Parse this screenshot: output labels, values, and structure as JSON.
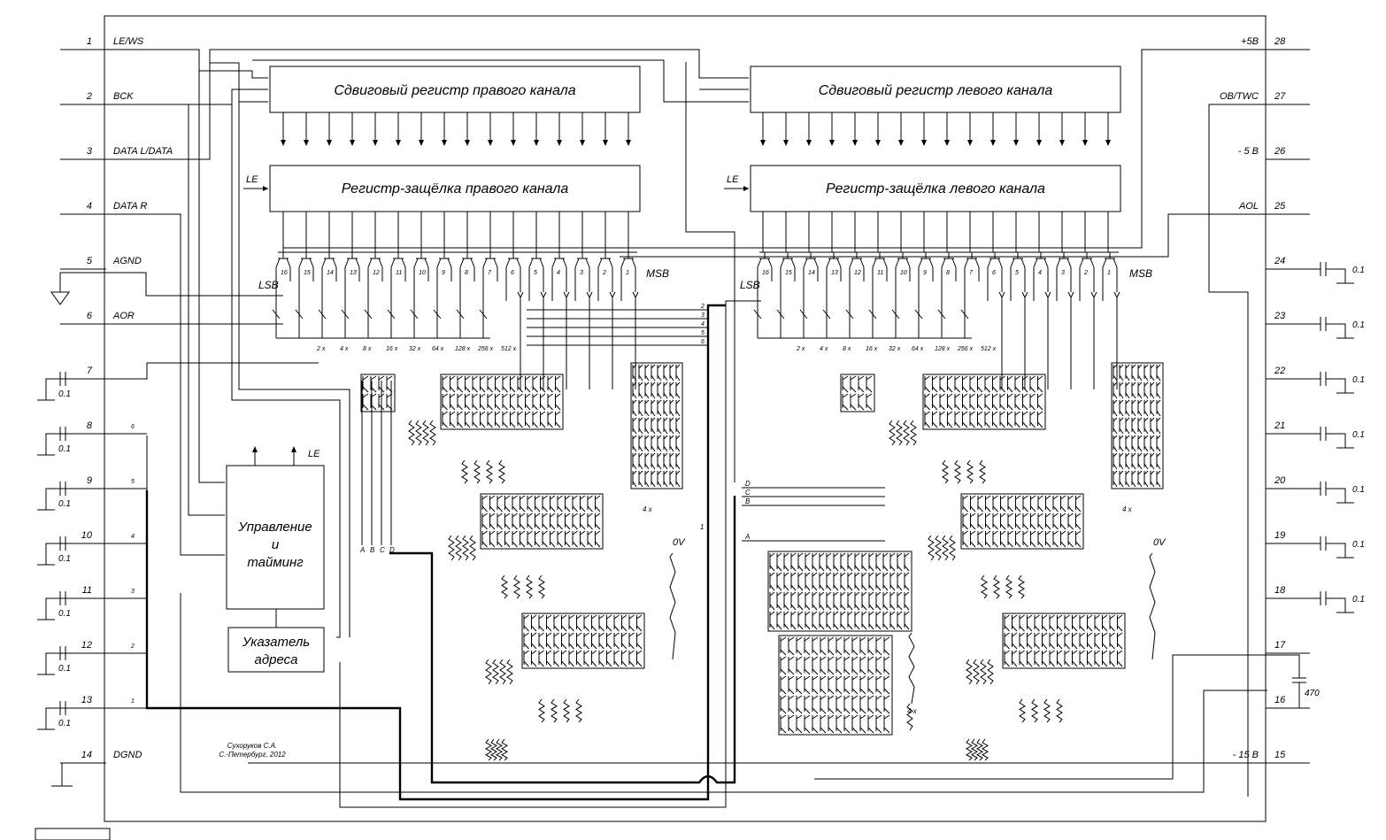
{
  "blocks": {
    "shift_right": "Сдвиговый регистр правого канала",
    "shift_left": "Сдвиговый регистр левого канала",
    "latch_right": "Регистр-защёлка правого канала",
    "latch_left": "Регистр-защёлка левого канала",
    "control": [
      "Управление",
      "и",
      "тайминг"
    ],
    "address": [
      "Указатель",
      "адреса"
    ],
    "le": "LE"
  },
  "pins_left": [
    {
      "num": "1",
      "label": "LE/WS"
    },
    {
      "num": "2",
      "label": "BCK"
    },
    {
      "num": "3",
      "label": "DATA L/DATA"
    },
    {
      "num": "4",
      "label": "DATA R"
    },
    {
      "num": "5",
      "label": "AGND"
    },
    {
      "num": "6",
      "label": "AOR"
    },
    {
      "num": "7",
      "label": ""
    },
    {
      "num": "8",
      "label": ""
    },
    {
      "num": "9",
      "label": ""
    },
    {
      "num": "10",
      "label": ""
    },
    {
      "num": "11",
      "label": ""
    },
    {
      "num": "12",
      "label": ""
    },
    {
      "num": "13",
      "label": ""
    },
    {
      "num": "14",
      "label": "DGND"
    }
  ],
  "pins_right": [
    {
      "num": "28",
      "label": "+5B"
    },
    {
      "num": "27",
      "label": "OB/TWC"
    },
    {
      "num": "26",
      "label": "- 5 B"
    },
    {
      "num": "25",
      "label": "AOL"
    },
    {
      "num": "24",
      "label": ""
    },
    {
      "num": "23",
      "label": ""
    },
    {
      "num": "22",
      "label": ""
    },
    {
      "num": "21",
      "label": ""
    },
    {
      "num": "20",
      "label": ""
    },
    {
      "num": "19",
      "label": ""
    },
    {
      "num": "18",
      "label": ""
    },
    {
      "num": "17",
      "label": ""
    },
    {
      "num": "16",
      "label": ""
    },
    {
      "num": "15",
      "label": "- 15 B"
    }
  ],
  "cap_value": "0.1",
  "cap_470": "470",
  "bus_numbers": [
    "6",
    "5",
    "4",
    "3",
    "2",
    "1"
  ],
  "bus_numbers_right": [
    "2",
    "3",
    "4",
    "5",
    "6"
  ],
  "bit_labels": {
    "lsb": "LSB",
    "msb": "MSB"
  },
  "bit_numbers": [
    "16",
    "15",
    "14",
    "13",
    "12",
    "11",
    "10",
    "9",
    "8",
    "7",
    "6",
    "5",
    "4",
    "3",
    "2",
    "1"
  ],
  "weights": [
    "2 x",
    "4 x",
    "8 x",
    "16 x",
    "32 x",
    "64 x",
    "128 x",
    "256 x",
    "512 x"
  ],
  "abcd": [
    "A",
    "B",
    "C",
    "D"
  ],
  "dcba": [
    "D",
    "C",
    "B",
    "A"
  ],
  "zero_v": "0V",
  "mult_4x": "4 x",
  "one": "1",
  "author": [
    "Сухоруков С.А.",
    "С.-Петербург, 2012"
  ]
}
